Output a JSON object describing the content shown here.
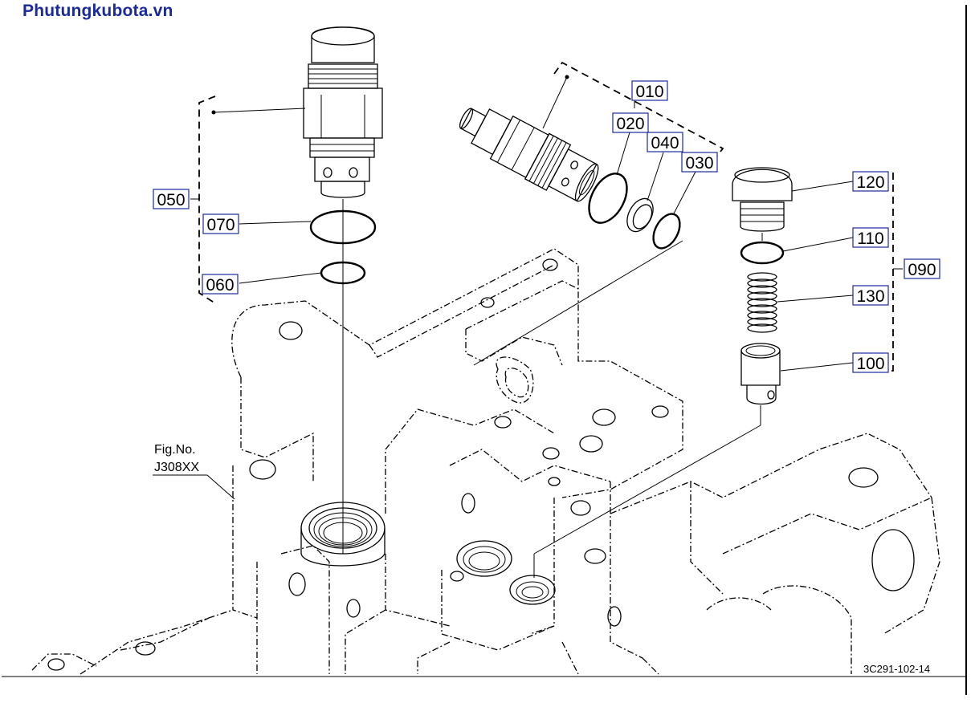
{
  "watermark": "Phutungkubota.vn",
  "figure_ref_line1": "Fig.No.",
  "figure_ref_line2": "J308XX",
  "drawing_code": "3C291-102-14",
  "callouts": {
    "c010": "010",
    "c020": "020",
    "c040": "040",
    "c030": "030",
    "c050": "050",
    "c070": "070",
    "c060": "060",
    "c120": "120",
    "c110": "110",
    "c090": "090",
    "c130": "130",
    "c100": "100"
  }
}
